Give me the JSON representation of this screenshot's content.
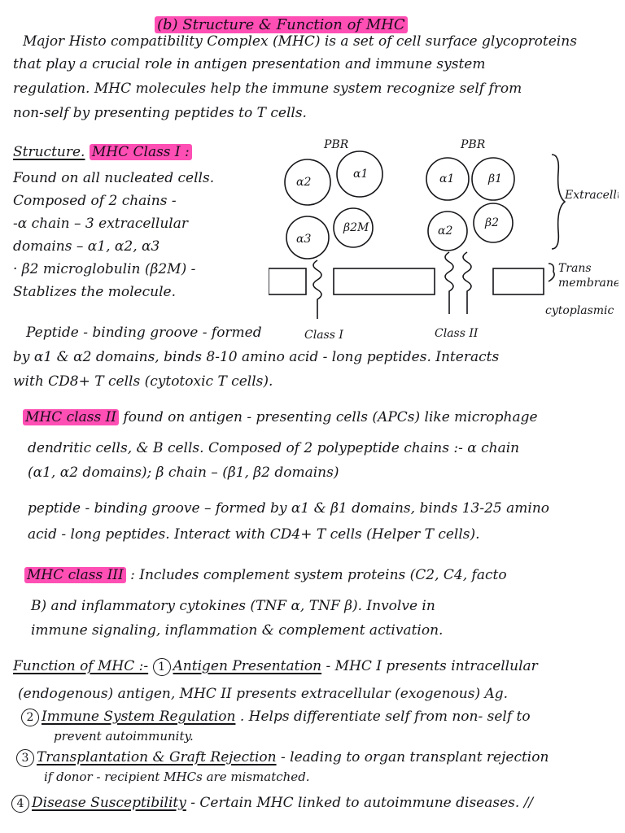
{
  "title": "(b) Structure & Function of MHC",
  "intro": [
    "Major Histo compatibility Complex (MHC) is a set of cell surface glycoproteins",
    "that play a crucial role in antigen presentation and immune system",
    "regulation. MHC molecules help the immune system recognize self from",
    "non-self by presenting peptides to T cells."
  ],
  "structure": {
    "heading": "Structure.",
    "class1_label": "MHC Class I :",
    "lines": [
      "Found on all nucleated cells.",
      "Composed of 2 chains -",
      "-α chain – 3 extracellular",
      "domains – α1, α2, α3",
      "· β2 microglobulin (β2M) -",
      "Stablizes the molecule."
    ],
    "peptide_lines": [
      "Peptide - binding groove - formed",
      "by α1 & α2 domains, binds 8-10 amino acid - long peptides. Interacts",
      "with CD8+ T cells (cytotoxic T cells)."
    ]
  },
  "diagram": {
    "pbr_left": "PBR",
    "pbr_right": "PBR",
    "c1_a2": "α2",
    "c1_a1": "α1",
    "c1_a3": "α3",
    "c1_b2m": "β2M",
    "c2_a1": "α1",
    "c2_b1": "β1",
    "c2_a2": "α2",
    "c2_b2": "β2",
    "extracellular": "Extracellula",
    "trans": "Trans",
    "membrane": "membrane",
    "cytoplasmic": "cytoplasmic",
    "class1": "Class I",
    "class2": "Class II"
  },
  "class2": {
    "label": "MHC class II",
    "lines": [
      "found on antigen - presenting cells (APCs) like microphage",
      "dendritic cells, & B cells. Composed of 2 polypeptide chains :- α chain",
      "(α1, α2 domains); β chain – (β1, β2 domains)",
      "peptide - binding groove – formed by α1 & β1 domains, binds 13-25 amino",
      "acid - long peptides. Interact with CD4+ T cells (Helper T cells)."
    ]
  },
  "class3": {
    "label": "MHC class III",
    "lines": [
      ": Includes complement system proteins (C2, C4, facto",
      "B) and inflammatory cytokines (TNF α, TNF β). Involve in",
      "immune signaling, inflammation & complement activation."
    ]
  },
  "function": {
    "heading": "Function of MHC :-",
    "items": [
      {
        "num": "1",
        "title": "Antigen Presentation",
        "text": "- MHC I presents intracellular"
      },
      {
        "num": "2",
        "title": "Immune System Regulation",
        "text": ". Helps differentiate self from non- self to"
      },
      {
        "num": "3",
        "title": "Transplantation & Graft Rejection",
        "text": "- leading to organ transplant rejection"
      },
      {
        "num": "4",
        "title": "Disease Susceptibility",
        "text": "- Certain MHC linked to autoimmune diseases. //"
      }
    ],
    "cont1": "(endogenous) antigen, MHC II presents extracellular (exogenous) Ag.",
    "cont2": "prevent autoimmunity.",
    "cont3": "if donor - recipient MHCs are mismatched."
  }
}
